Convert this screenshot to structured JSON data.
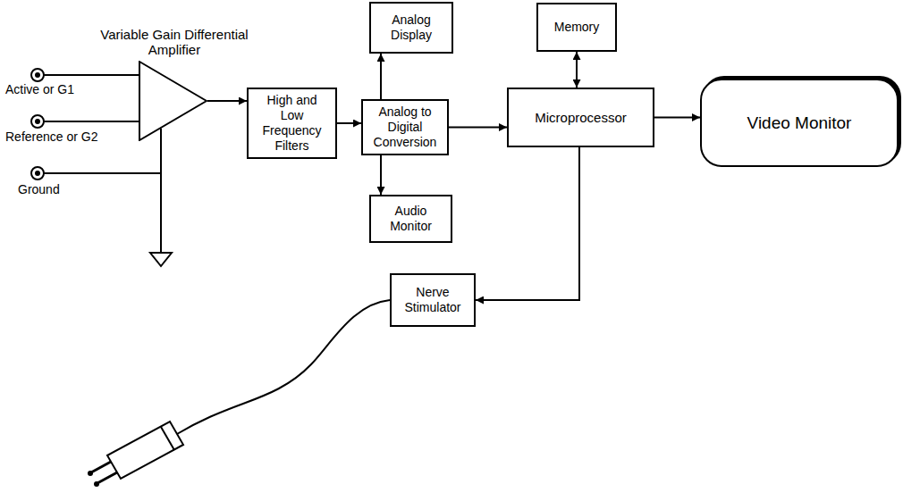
{
  "diagram": {
    "nodes": [
      {
        "text": [
          "Variable Gain Differential Amplifier"
        ]
      },
      {
        "text": [
          "High and Low Frequency Filters"
        ]
      },
      {
        "text": [
          "Analog Display"
        ]
      },
      {
        "text": [
          "Analog to Digital Conversion"
        ]
      },
      {
        "text": [
          "Audio Monitor"
        ]
      },
      {
        "text": [
          "Memory"
        ]
      },
      {
        "text": [
          "Microprocessor"
        ]
      },
      {
        "text": [
          "Video Monitor"
        ]
      },
      {
        "text": [
          "Nerve Stimulator"
        ]
      }
    ],
    "edges": [
      {
        "from": 0,
        "to": 1,
        "arrow": "to"
      },
      {
        "from": 1,
        "to": 3,
        "arrow": "to"
      },
      {
        "from": 1,
        "to": 2,
        "arrow": "to"
      },
      {
        "from": 1,
        "to": 4,
        "arrow": "to"
      },
      {
        "from": 3,
        "to": 6,
        "arrow": "to"
      },
      {
        "from": 5,
        "to": 6,
        "arrow": "both"
      },
      {
        "from": 6,
        "to": 7,
        "arrow": "to"
      },
      {
        "from": 6,
        "to": 8,
        "arrow": "to"
      }
    ],
    "labels": [
      "Active or G1",
      "Reference or G2",
      "Ground"
    ]
  }
}
